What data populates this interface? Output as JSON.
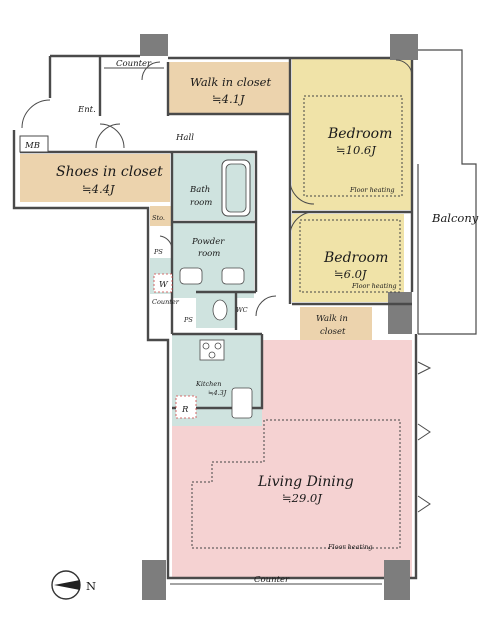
{
  "labels": {
    "counter_top": "Counter",
    "walkin_closet_top": "Walk in closet",
    "walkin_closet_top_area": "≒4.1J",
    "entrance": "Ent.",
    "hall": "Hall",
    "mb": "MB",
    "shoes_closet": "Shoes in closet",
    "shoes_closet_area": "≒4.4J",
    "bath": "Bath",
    "bath_room": "room",
    "sto": "Sto.",
    "powder": "Powder",
    "powder_room": "room",
    "ps_upper": "PS",
    "washer": "W",
    "counter_small": "Counter",
    "ps_lower": "PS",
    "wc": "WC",
    "bedroom1": "Bedroom",
    "bedroom1_area": "≒10.6J",
    "floor_heating_1": "Floor heating",
    "bedroom2": "Bedroom",
    "bedroom2_area": "≒6.0J",
    "floor_heating_2": "Floor heating",
    "walkin_closet_bottom_1": "Walk in",
    "walkin_closet_bottom_2": "closet",
    "balcony": "Balcony",
    "kitchen": "Kitchen",
    "kitchen_area": "≒4.3J",
    "refrigerator": "R",
    "living_dining": "Living Dining",
    "living_dining_area": "≒29.0J",
    "floor_heating_3": "Floor heating",
    "counter_bottom": "Counter",
    "north": "N"
  },
  "colors": {
    "wall": "#7d7d7d",
    "closet": "#ecd3ad",
    "bedroom": "#f0e3a8",
    "wet_area": "#cfe3df",
    "living": "#f5d2d2",
    "outline": "#4a4a4a"
  }
}
